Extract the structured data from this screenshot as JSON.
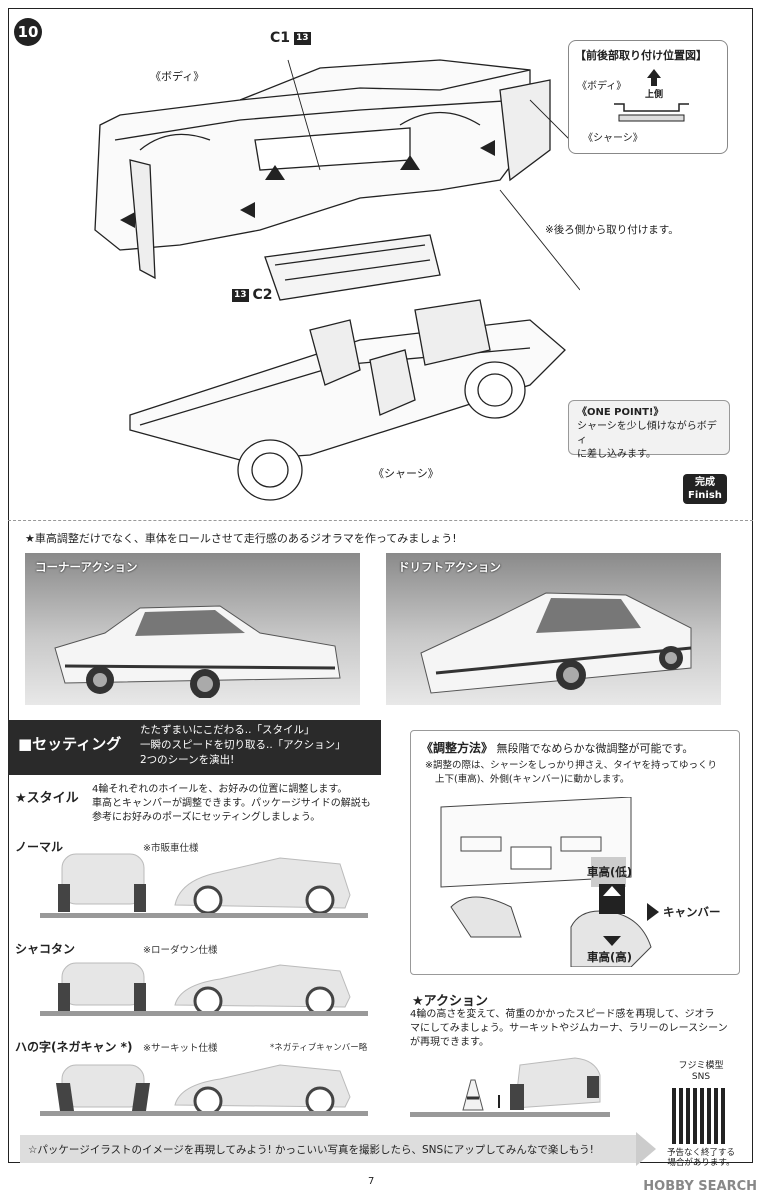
{
  "step": {
    "number": "10"
  },
  "labels": {
    "body_top": "《ボディ》",
    "chassis_bottom": "《シャーシ》",
    "part_c1": "C1",
    "part_c1_num": "13",
    "part_c2": "C2",
    "part_c2_num": "13"
  },
  "legend": {
    "title": "【前後部取り付け位置図】",
    "body": "《ボディ》",
    "up": "上側",
    "chassis": "《シャーシ》"
  },
  "note_rear": "※後ろ側から取り付けます。",
  "one_point": {
    "title": "《ONE POINT!》",
    "text_1": "シャーシを少し傾けながらボディ",
    "text_2": "に差し込みます。"
  },
  "finish": {
    "jp": "完成",
    "en": "Finish"
  },
  "diorama_note": "★車高調整だけでなく、車体をロールさせて走行感のあるジオラマを作ってみましょう!",
  "photos": [
    {
      "title": "コーナーアクション"
    },
    {
      "title": "ドリフトアクション"
    }
  ],
  "setting": {
    "title": "■セッティング",
    "desc_1": "たたずまいにこだわる..「スタイル」",
    "desc_2": "一瞬のスピードを切り取る..「アクション」",
    "desc_3": "2つのシーンを演出!"
  },
  "style": {
    "heading": "★スタイル",
    "text_1": "4輪それぞれのホイールを、お好みの位置に調整します。",
    "text_2": "車高とキャンバーが調整できます。パッケージサイドの解説も",
    "text_3": "参考にお好みのポーズにセッティングしましょう。",
    "modes": [
      {
        "name": "ノーマル",
        "note": "※市販車仕様"
      },
      {
        "name": "シャコタン",
        "note": "※ローダウン仕様"
      },
      {
        "name": "ハの字(ネガキャン *)",
        "note": "※サーキット仕様",
        "extra": "*ネガティブキャンバー略"
      }
    ]
  },
  "adjust": {
    "title": "《調整方法》",
    "lead": "無段階でなめらかな微調整が可能です。",
    "note_1": "※調整の際は、シャーシをしっかり押さえ、タイヤを持ってゆっくり",
    "note_2": "上下(車高)、外側(キャンバー)に動かします。",
    "low": "車高(低)",
    "high": "車高(高)",
    "camber": "キャンバー"
  },
  "action": {
    "heading": "★アクション",
    "text_1": "4輪の高さを変えて、荷重のかかったスピード感を再現して、ジオラ",
    "text_2": "マにしてみましょう。サーキットやジムカーナ、ラリーのレースシーン",
    "text_3": "が再現できます。"
  },
  "sns": {
    "title_1": "フジミ模型",
    "title_2": "SNS",
    "note_1": "予告なく終了する",
    "note_2": "場合があります。"
  },
  "bottom_banner": "☆パッケージイラストのイメージを再現してみよう! かっこいい写真を撮影したら、SNSにアップしてみんなで楽しもう!",
  "page_number": "7",
  "watermark": "HOBBY SEARCH"
}
